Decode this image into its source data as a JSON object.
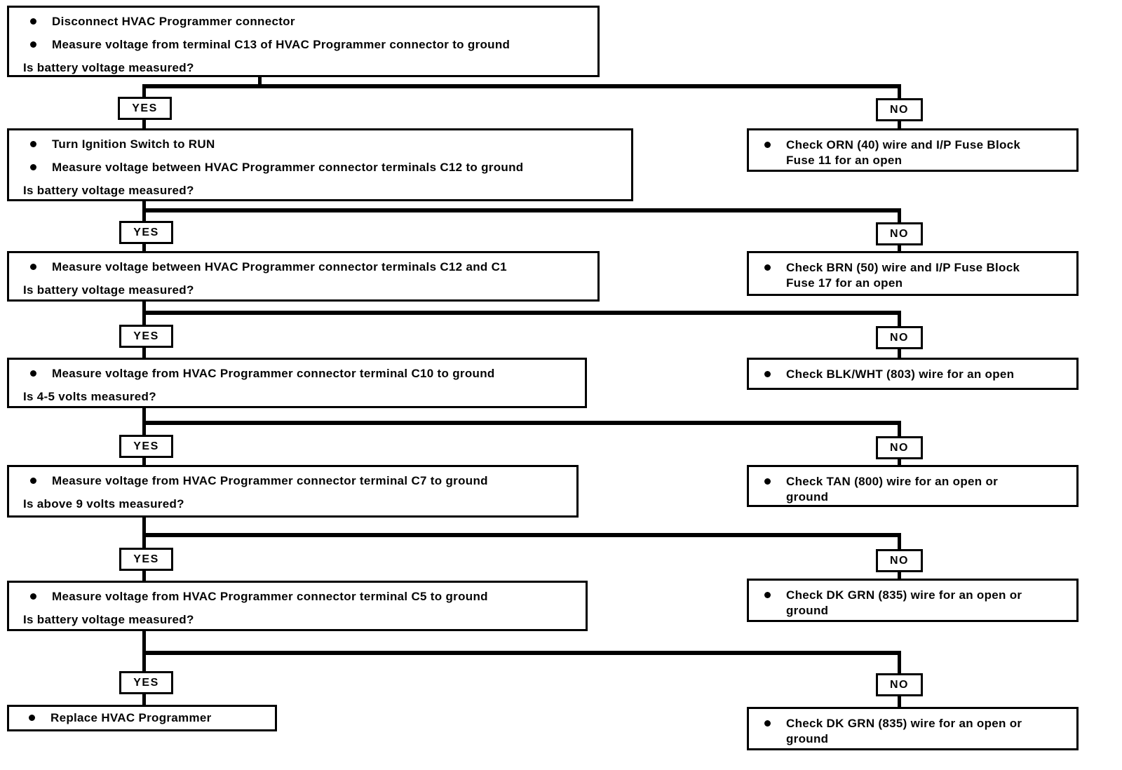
{
  "labels": {
    "yes": "YES",
    "no": "NO"
  },
  "rows": [
    {
      "steps": [
        "Disconnect HVAC Programmer connector",
        "Measure voltage from terminal C13 of HVAC Programmer connector to ground"
      ],
      "question": "Is battery voltage measured?",
      "no_action_lines": [
        "Check ORN (40) wire and I/P Fuse Block",
        "Fuse 11 for an open"
      ]
    },
    {
      "steps": [
        "Turn Ignition Switch to RUN",
        "Measure voltage between HVAC Programmer connector terminals C12  to ground"
      ],
      "question": "Is battery voltage measured?",
      "no_action_lines": [
        "Check BRN (50) wire and I/P Fuse Block",
        "Fuse 17 for an open"
      ]
    },
    {
      "steps": [
        "Measure voltage between HVAC Programmer connector terminals C12 and C1"
      ],
      "question": "Is battery voltage measured?",
      "no_action_lines": [
        "Check BLK/WHT (803) wire for an open"
      ]
    },
    {
      "steps": [
        "Measure voltage from HVAC Programmer connector terminal C10 to ground"
      ],
      "question": "Is 4-5 volts measured?",
      "no_action_lines": [
        "Check TAN (800) wire for an open or",
        "ground"
      ]
    },
    {
      "steps": [
        "Measure voltage from HVAC Programmer connector terminal  C7 to ground"
      ],
      "question": "Is above 9 volts measured?",
      "no_action_lines": [
        "Check DK GRN (835) wire for an open or",
        "ground"
      ]
    },
    {
      "steps": [
        "Measure voltage from HVAC Programmer connector terminal  C5 to ground"
      ],
      "question": "Is battery voltage measured?",
      "no_action_lines": [
        "Check DK GRN (835) wire for an open or",
        "ground"
      ]
    }
  ],
  "final_action": "Replace HVAC Programmer"
}
